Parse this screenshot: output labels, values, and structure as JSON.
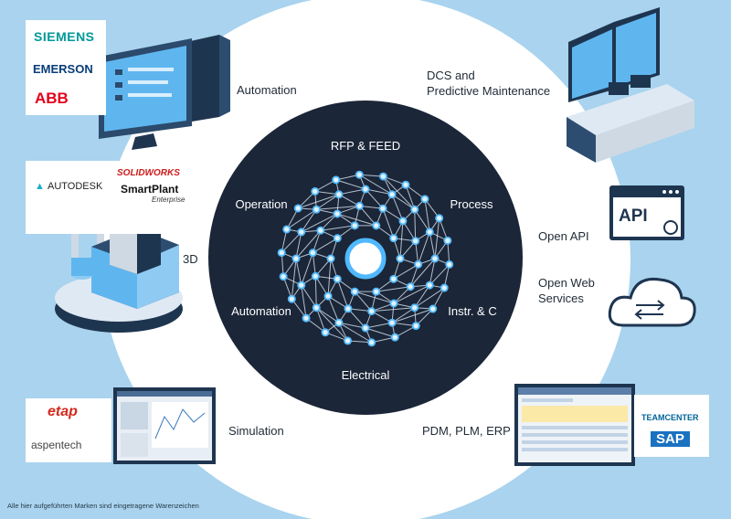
{
  "hub": {
    "top": "RFP & FEED",
    "upper_left": "Operation",
    "upper_right": "Process",
    "lower_left": "Automation",
    "lower_right": "Instr. & C",
    "bottom": "Electrical"
  },
  "outer": {
    "automation": "Automation",
    "dcs_line1": "DCS and",
    "dcs_line2": "Predictive Maintenance",
    "three_d": "3D",
    "open_api": "Open API",
    "open_web_line1": "Open Web",
    "open_web_line2": "Services",
    "simulation": "Simulation",
    "pdm": "PDM, PLM, ERP"
  },
  "logos": {
    "siemens": "SIEMENS",
    "emerson": "EMERSON",
    "abb": "ABB",
    "autodesk": "AUTODESK",
    "solidworks": "SOLIDWORKS",
    "smartplant": "SmartPlant",
    "smartplant_sub": "Enterprise",
    "etap": "etap",
    "aspentech": "aspentech",
    "teamcenter": "TEAMCENTER",
    "sap": "SAP",
    "api": "API"
  },
  "footer": "Alle hier aufgeführten Marken sind eingetragene Warenzeichen",
  "colors": {
    "background": "#a9d3ee",
    "ring": "#ffffff",
    "hub": "#1b2638",
    "node": "#4fb8ff"
  }
}
